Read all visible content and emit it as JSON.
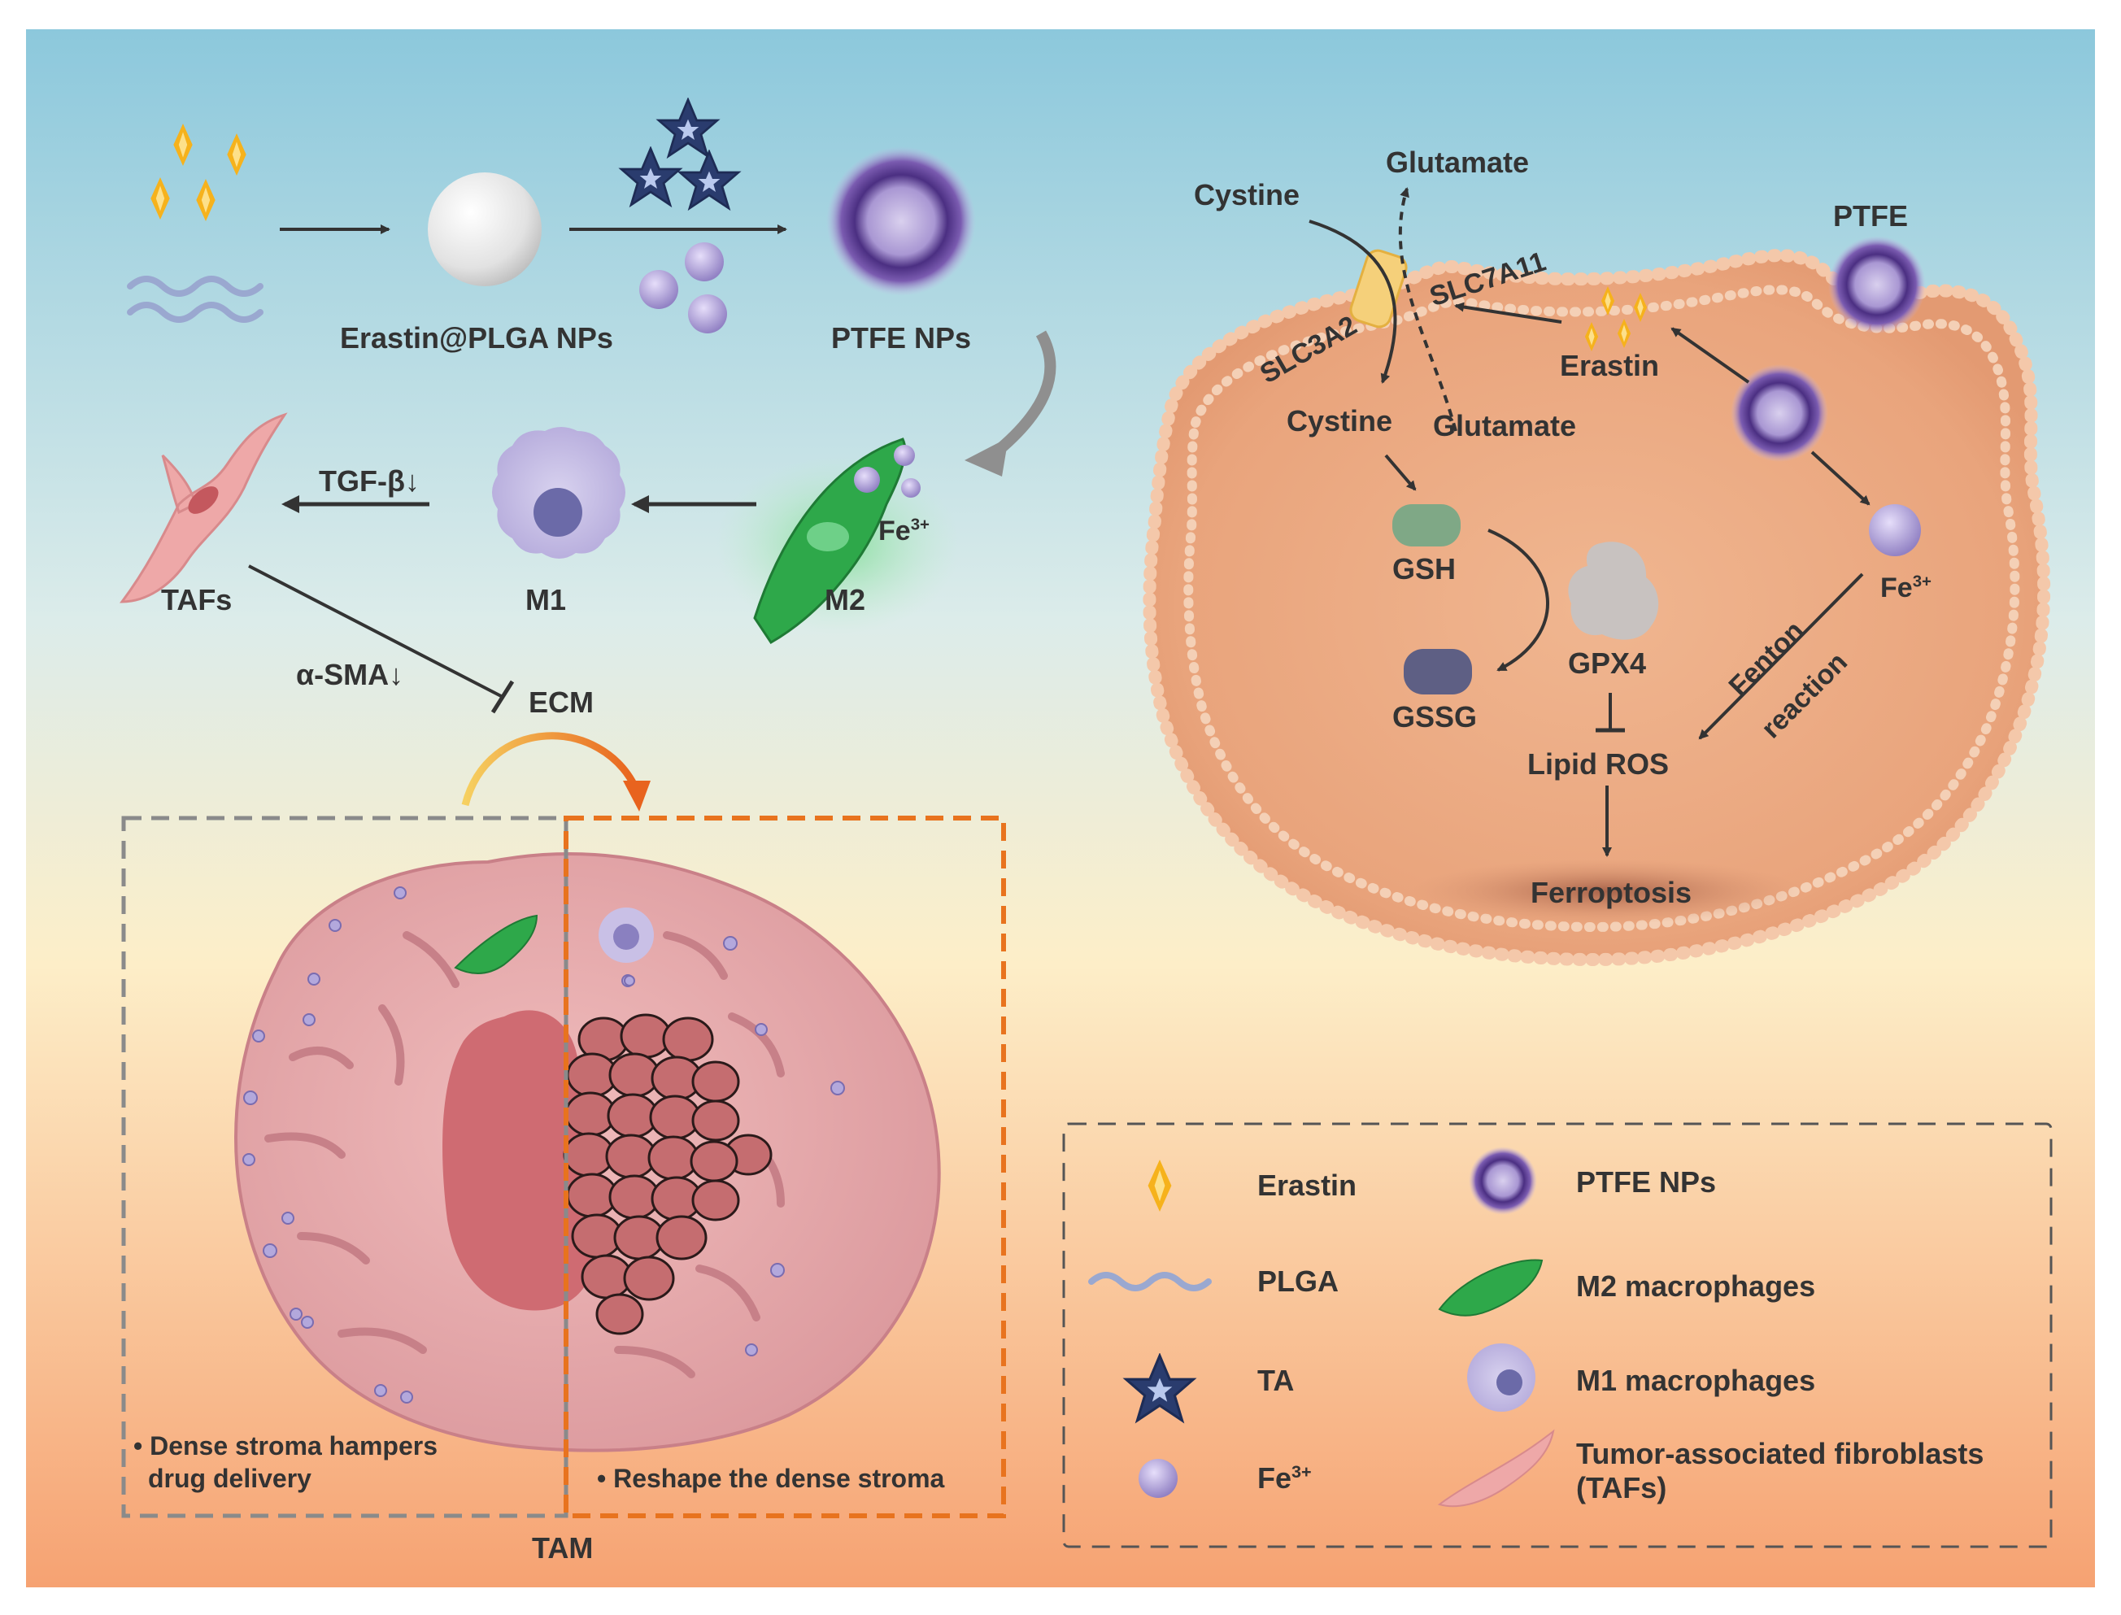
{
  "synthesis": {
    "np_label": "Erastin@PLGA NPs",
    "ptfe_label": "PTFE NPs"
  },
  "immune": {
    "tafs": "TAFs",
    "m1": "M1",
    "m2": "M2",
    "fe": "Fe",
    "fe_sup": "3+",
    "tgf": "TGF-β↓",
    "asma": "α-SMA↓",
    "ecm": "ECM"
  },
  "tumor": {
    "left_note_line1": "• Dense stroma hampers",
    "left_note_line2": "drug delivery",
    "right_note": "• Reshape the dense stroma",
    "tam": "TAM"
  },
  "cell": {
    "glutamate_top": "Glutamate",
    "cystine_top": "Cystine",
    "slc7a11": "SLC7A11",
    "slc3a2": "SLC3A2",
    "ptfe": "PTFE",
    "erastin": "Erastin",
    "cystine_inner": "Cystine",
    "glutamate_inner": "Glutamate",
    "gsh": "GSH",
    "gssg": "GSSG",
    "gpx4": "GPX4",
    "fe": "Fe",
    "fe_sup": "3+",
    "fenton1": "Fenton",
    "fenton2": "reaction",
    "lipid_ros": "Lipid ROS",
    "ferroptosis": "Ferroptosis"
  },
  "legend": {
    "erastin": "Erastin",
    "plga": "PLGA",
    "ta": "TA",
    "fe": "Fe",
    "fe_sup": "3+",
    "ptfe": "PTFE NPs",
    "m2": "M2 macrophages",
    "m1": "M1 macrophages",
    "tafs_line1": "Tumor-associated fibroblasts",
    "tafs_line2": "(TAFs)"
  },
  "colors": {
    "bg_top": "#8cc8dc",
    "bg_bottom": "#f6a272",
    "cell_fill": "#ecaf88",
    "m2_green": "#2ea84a",
    "ptfe_purple": "#6a4a9a",
    "fe_purple": "#a99ad0",
    "orange_dash": "#e8731e",
    "tumor_pink": "#e7a6a8"
  }
}
